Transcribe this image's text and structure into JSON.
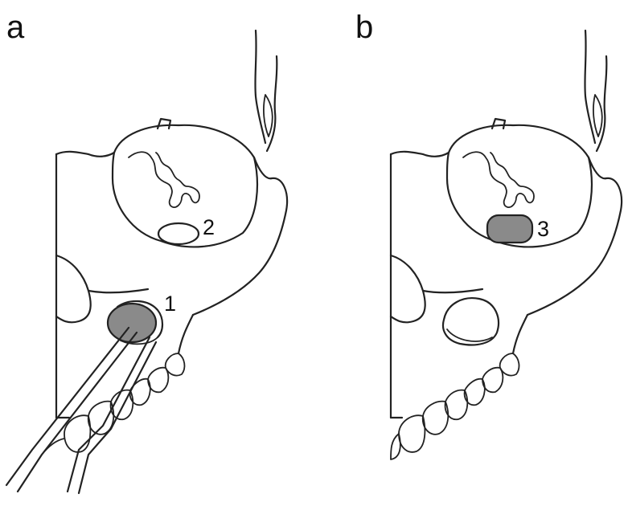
{
  "panels": [
    {
      "letter": "a",
      "callouts": [
        "1",
        "2"
      ]
    },
    {
      "letter": "b",
      "callouts": [
        "3"
      ]
    }
  ],
  "colors": {
    "line": "#222222",
    "shaded": "#8a8a8a",
    "background": "#ffffff"
  }
}
